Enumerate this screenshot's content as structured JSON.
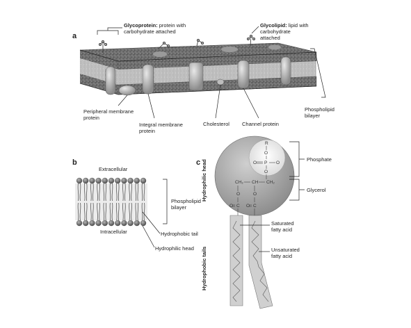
{
  "panels": {
    "a": {
      "letter": "a",
      "glycoprotein_term": "Glycoprotein:",
      "glycoprotein_desc_1": "protein with",
      "glycoprotein_desc_2": "carbohydrate attached",
      "glycolipid_term": "Glycolipid:",
      "glycolipid_desc_1": "lipid with",
      "glycolipid_desc_2": "carbohydrate",
      "glycolipid_desc_3": "attached",
      "peripheral_1": "Peripheral membrane",
      "peripheral_2": "protein",
      "integral_1": "Integral membrane",
      "integral_2": "protein",
      "cholesterol": "Cholesterol",
      "channel": "Channel protein",
      "bilayer_1": "Phospholipid",
      "bilayer_2": "bilayer"
    },
    "b": {
      "letter": "b",
      "extracellular": "Extracellular",
      "intracellular": "Intracellular",
      "bilayer_1": "Phospholipid",
      "bilayer_2": "bilayer",
      "tail": "Hydrophobic tail",
      "head": "Hydrophilic head"
    },
    "c": {
      "letter": "c",
      "hydrophilic_head": "Hydrophilic head",
      "hydrophobic_tails": "Hydrophobic tails",
      "phosphate": "Phosphate",
      "glycerol": "Glycerol",
      "saturated_1": "Saturated",
      "saturated_2": "fatty acid",
      "unsaturated_1": "Unsaturated",
      "unsaturated_2": "fatty acid",
      "chem_R": "R",
      "chem_O": "O",
      "chem_P": "P",
      "chem_CH2": "CH₂",
      "chem_CH": "CH",
      "chem_C": "C"
    }
  }
}
